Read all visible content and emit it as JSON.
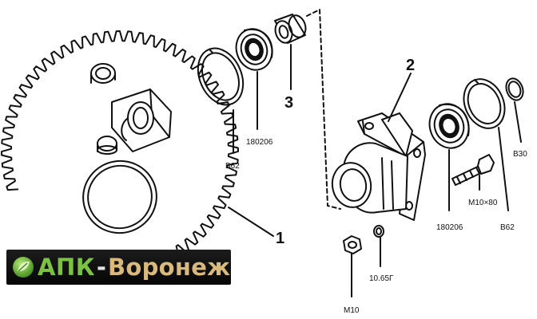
{
  "callouts": {
    "sprocket": "1",
    "housing": "2",
    "sleeve": "3"
  },
  "labels": {
    "bearing_upper": "180206",
    "ring_left": "B62",
    "bearing_right": "180206",
    "ring_right_large": "B62",
    "ring_right_small": "B30",
    "bolt": "M10×80",
    "washer": "10.65Г",
    "nut": "M10"
  },
  "watermark": {
    "brand": "АПК",
    "separator": "-",
    "city": "Воронеж",
    "colors": {
      "brand": "#7cc242",
      "city": "#d9b97c",
      "background": "#0b0b0b"
    }
  }
}
